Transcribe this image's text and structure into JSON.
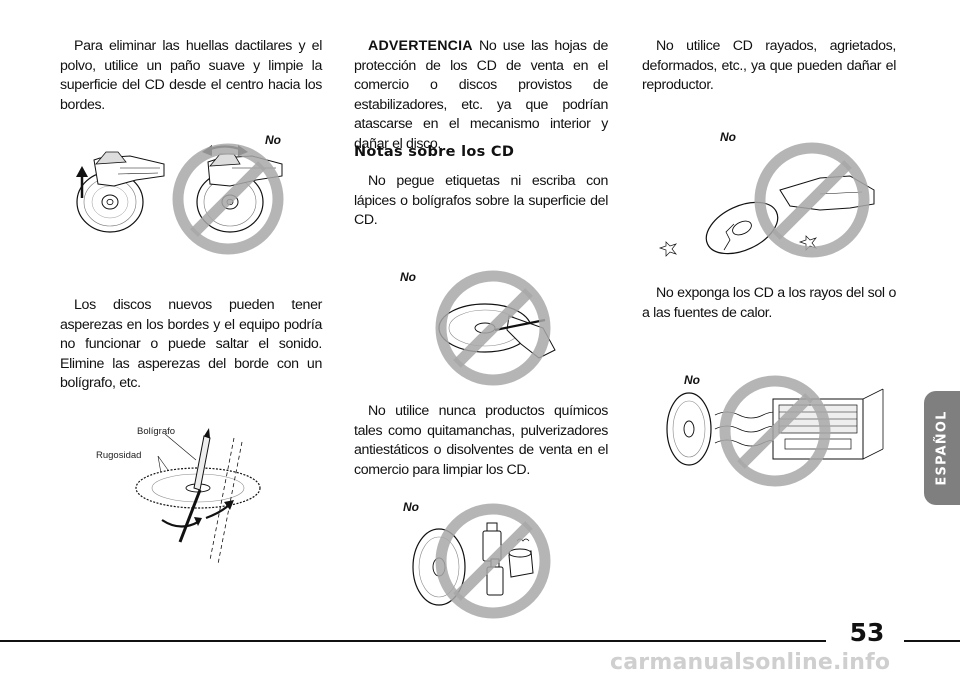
{
  "left": {
    "para1": "Para eliminar las huellas dactilares y el polvo, utilice un paño suave y limpie la superficie del CD desde el centro hacia los bordes.",
    "para2": "Los discos nuevos pueden tener asperezas en los bordes y el equipo podría no funcionar o puede saltar el sonido. Elimine las asperezas del borde con un bolígrafo, etc.",
    "fig1_no": "No",
    "fig2_label_pen": "Bolígrafo",
    "fig2_label_rough": "Rugosidad"
  },
  "middle": {
    "warning_label": "ADVERTENCIA",
    "warning_text": "No use las hojas de protección de los CD de venta en el comercio o discos provistos de estabilizadores, etc. ya que podrían atascarse en el mecanismo interior y dañar el disco.",
    "heading": "Notas sobre los CD",
    "para1": "No pegue etiquetas ni escriba con lápices o bolígrafos sobre la superficie del CD.",
    "fig_pen_no": "No",
    "para2": "No utilice nunca productos químicos tales como quitamanchas, pulverizadores antiestáticos o disolventes de venta en el comercio para limpiar los CD.",
    "fig_chem_no": "No"
  },
  "right": {
    "para1": "No utilice CD rayados, agrietados, deformados, etc., ya que pueden dañar el reproductor.",
    "fig_cracked_no": "No",
    "para2": "No exponga los CD a los rayos del sol o a las fuentes de calor.",
    "fig_heat_no": "No"
  },
  "side_tab": "ESPAÑOL",
  "page_number": "53",
  "watermark": "carmanualsonline.info",
  "colors": {
    "prohibition": "#a8a8a8",
    "tab_background": "#7f7f7f",
    "watermark": "#cfcfcf",
    "text": "#111111"
  }
}
